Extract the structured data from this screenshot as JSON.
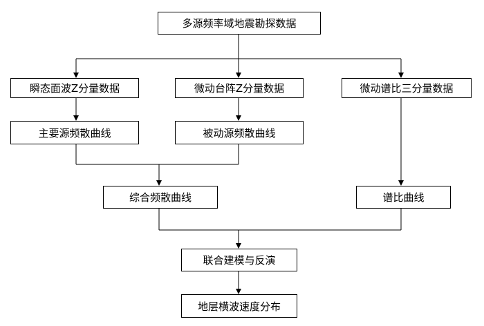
{
  "nodes": {
    "source_data": "多源频率域地震勘探数据",
    "transient_z": "瞬态面波Z分量数据",
    "micro_array_z": "微动台阵Z分量数据",
    "micro_hv": "微动谱比三分量数据",
    "active_dispersion": "主要源频散曲线",
    "passive_dispersion": "被动源频散曲线",
    "combined_dispersion": "综合频散曲线",
    "spectral_ratio_curve": "谱比曲线",
    "joint_inversion": "联合建模与反演",
    "vs_distribution": "地层横波速度分布"
  }
}
